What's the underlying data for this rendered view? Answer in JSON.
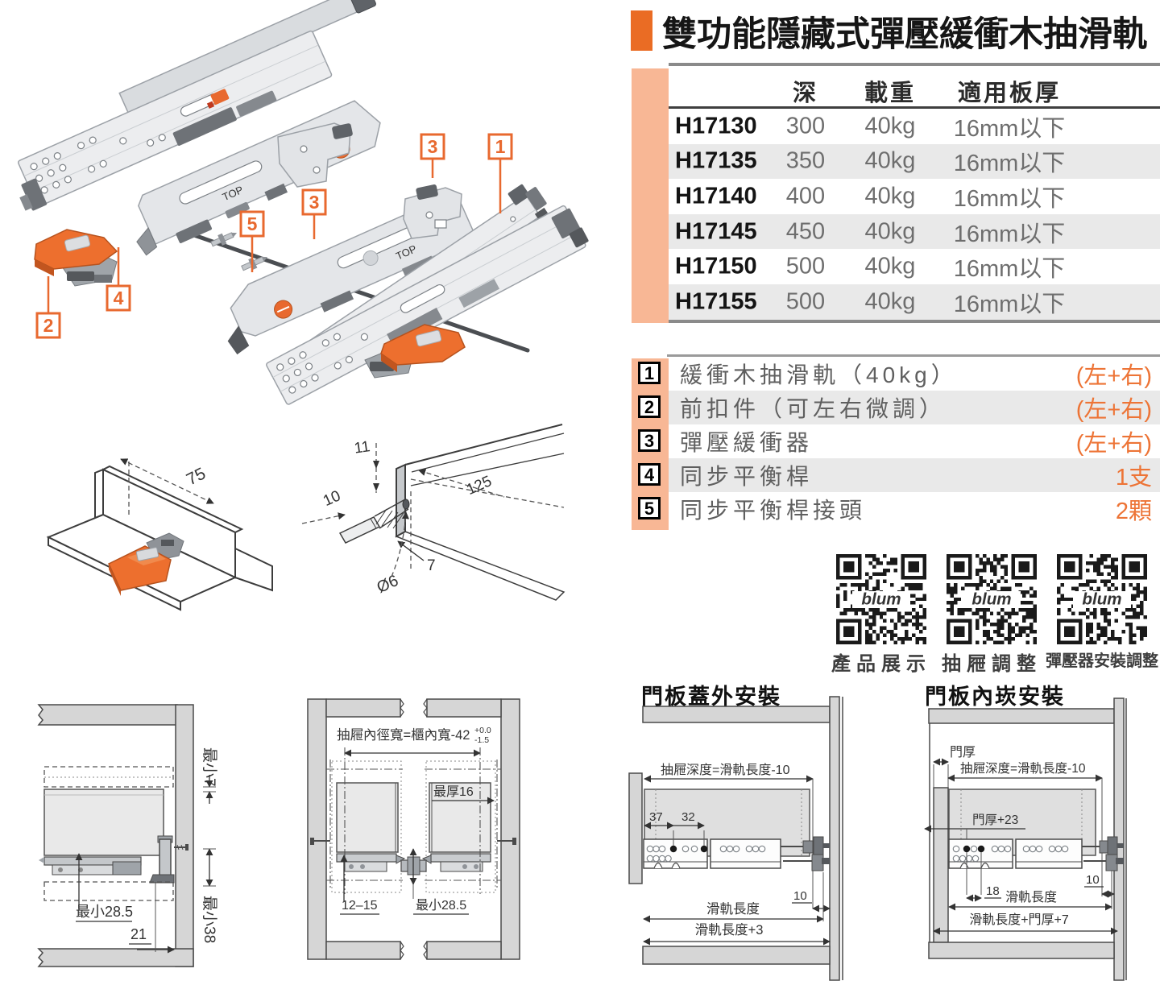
{
  "title": "雙功能隱藏式彈壓緩衝木抽滑軌",
  "colors": {
    "accent": "#ea6c24",
    "salmon": "#f8b795",
    "row_alt": "#e9e9e9",
    "qty_orange": "#ed7436"
  },
  "spec_table": {
    "headers": {
      "depth": "深",
      "load": "載重",
      "board": "適用板厚"
    },
    "rows": [
      {
        "model": "H17130",
        "depth": "300",
        "load": "40kg",
        "board": "16mm以下"
      },
      {
        "model": "H17135",
        "depth": "350",
        "load": "40kg",
        "board": "16mm以下"
      },
      {
        "model": "H17140",
        "depth": "400",
        "load": "40kg",
        "board": "16mm以下"
      },
      {
        "model": "H17145",
        "depth": "450",
        "load": "40kg",
        "board": "16mm以下"
      },
      {
        "model": "H17150",
        "depth": "500",
        "load": "40kg",
        "board": "16mm以下"
      },
      {
        "model": "H17155",
        "depth": "500",
        "load": "40kg",
        "board": "16mm以下"
      }
    ]
  },
  "parts": {
    "items": [
      {
        "num": "1",
        "label": "緩衝木抽滑軌（40kg）",
        "qty": "(左+右)"
      },
      {
        "num": "2",
        "label": "前扣件（可左右微調）",
        "qty": "(左+右)"
      },
      {
        "num": "3",
        "label": "彈壓緩衝器",
        "qty": "(左+右)"
      },
      {
        "num": "4",
        "label": "同步平衡桿",
        "qty": "1支"
      },
      {
        "num": "5",
        "label": "同步平衡桿接頭",
        "qty": "2顆"
      }
    ]
  },
  "qr": {
    "logo": "blum",
    "items": [
      {
        "label": "產品展示"
      },
      {
        "label": "抽屜調整"
      },
      {
        "label": "彈壓器安裝調整"
      }
    ]
  },
  "install": {
    "overlay_title": "門板蓋外安裝",
    "inset_title": "門板內崁安裝"
  },
  "explode": {
    "callout_1": "1",
    "callout_2": "2",
    "callout_3": "3",
    "callout_4": "4",
    "callout_5": "5",
    "marking": "TOP"
  },
  "iso_clip": {
    "dim75": "75"
  },
  "iso_drill": {
    "dim11": "11",
    "dim10": "10",
    "dim125": "125",
    "dim7": "7",
    "dia": "Ø6"
  },
  "section_side": {
    "min7": "最小7",
    "min38": "最小38",
    "min285": "最小28.5",
    "dim21": "21"
  },
  "section_front": {
    "formula": "抽屜內徑寬=櫃內寬-42",
    "tol_plus": "+0.0",
    "tol_minus": "-1.5",
    "max16": "最厚16",
    "range": "12–15",
    "min285": "最小28.5"
  },
  "overlay_diag": {
    "depth": "抽屜深度=滑軌長度-10",
    "d37": "37",
    "d32": "32",
    "d10": "10",
    "rail": "滑軌長度",
    "rail3": "滑軌長度+3"
  },
  "inset_diag": {
    "door": "門厚",
    "depth": "抽屜深度=滑軌長度-10",
    "door23": "門厚+23",
    "d18": "18",
    "d10": "10",
    "rail": "滑軌長度",
    "rail7": "滑軌長度+門厚+7"
  }
}
